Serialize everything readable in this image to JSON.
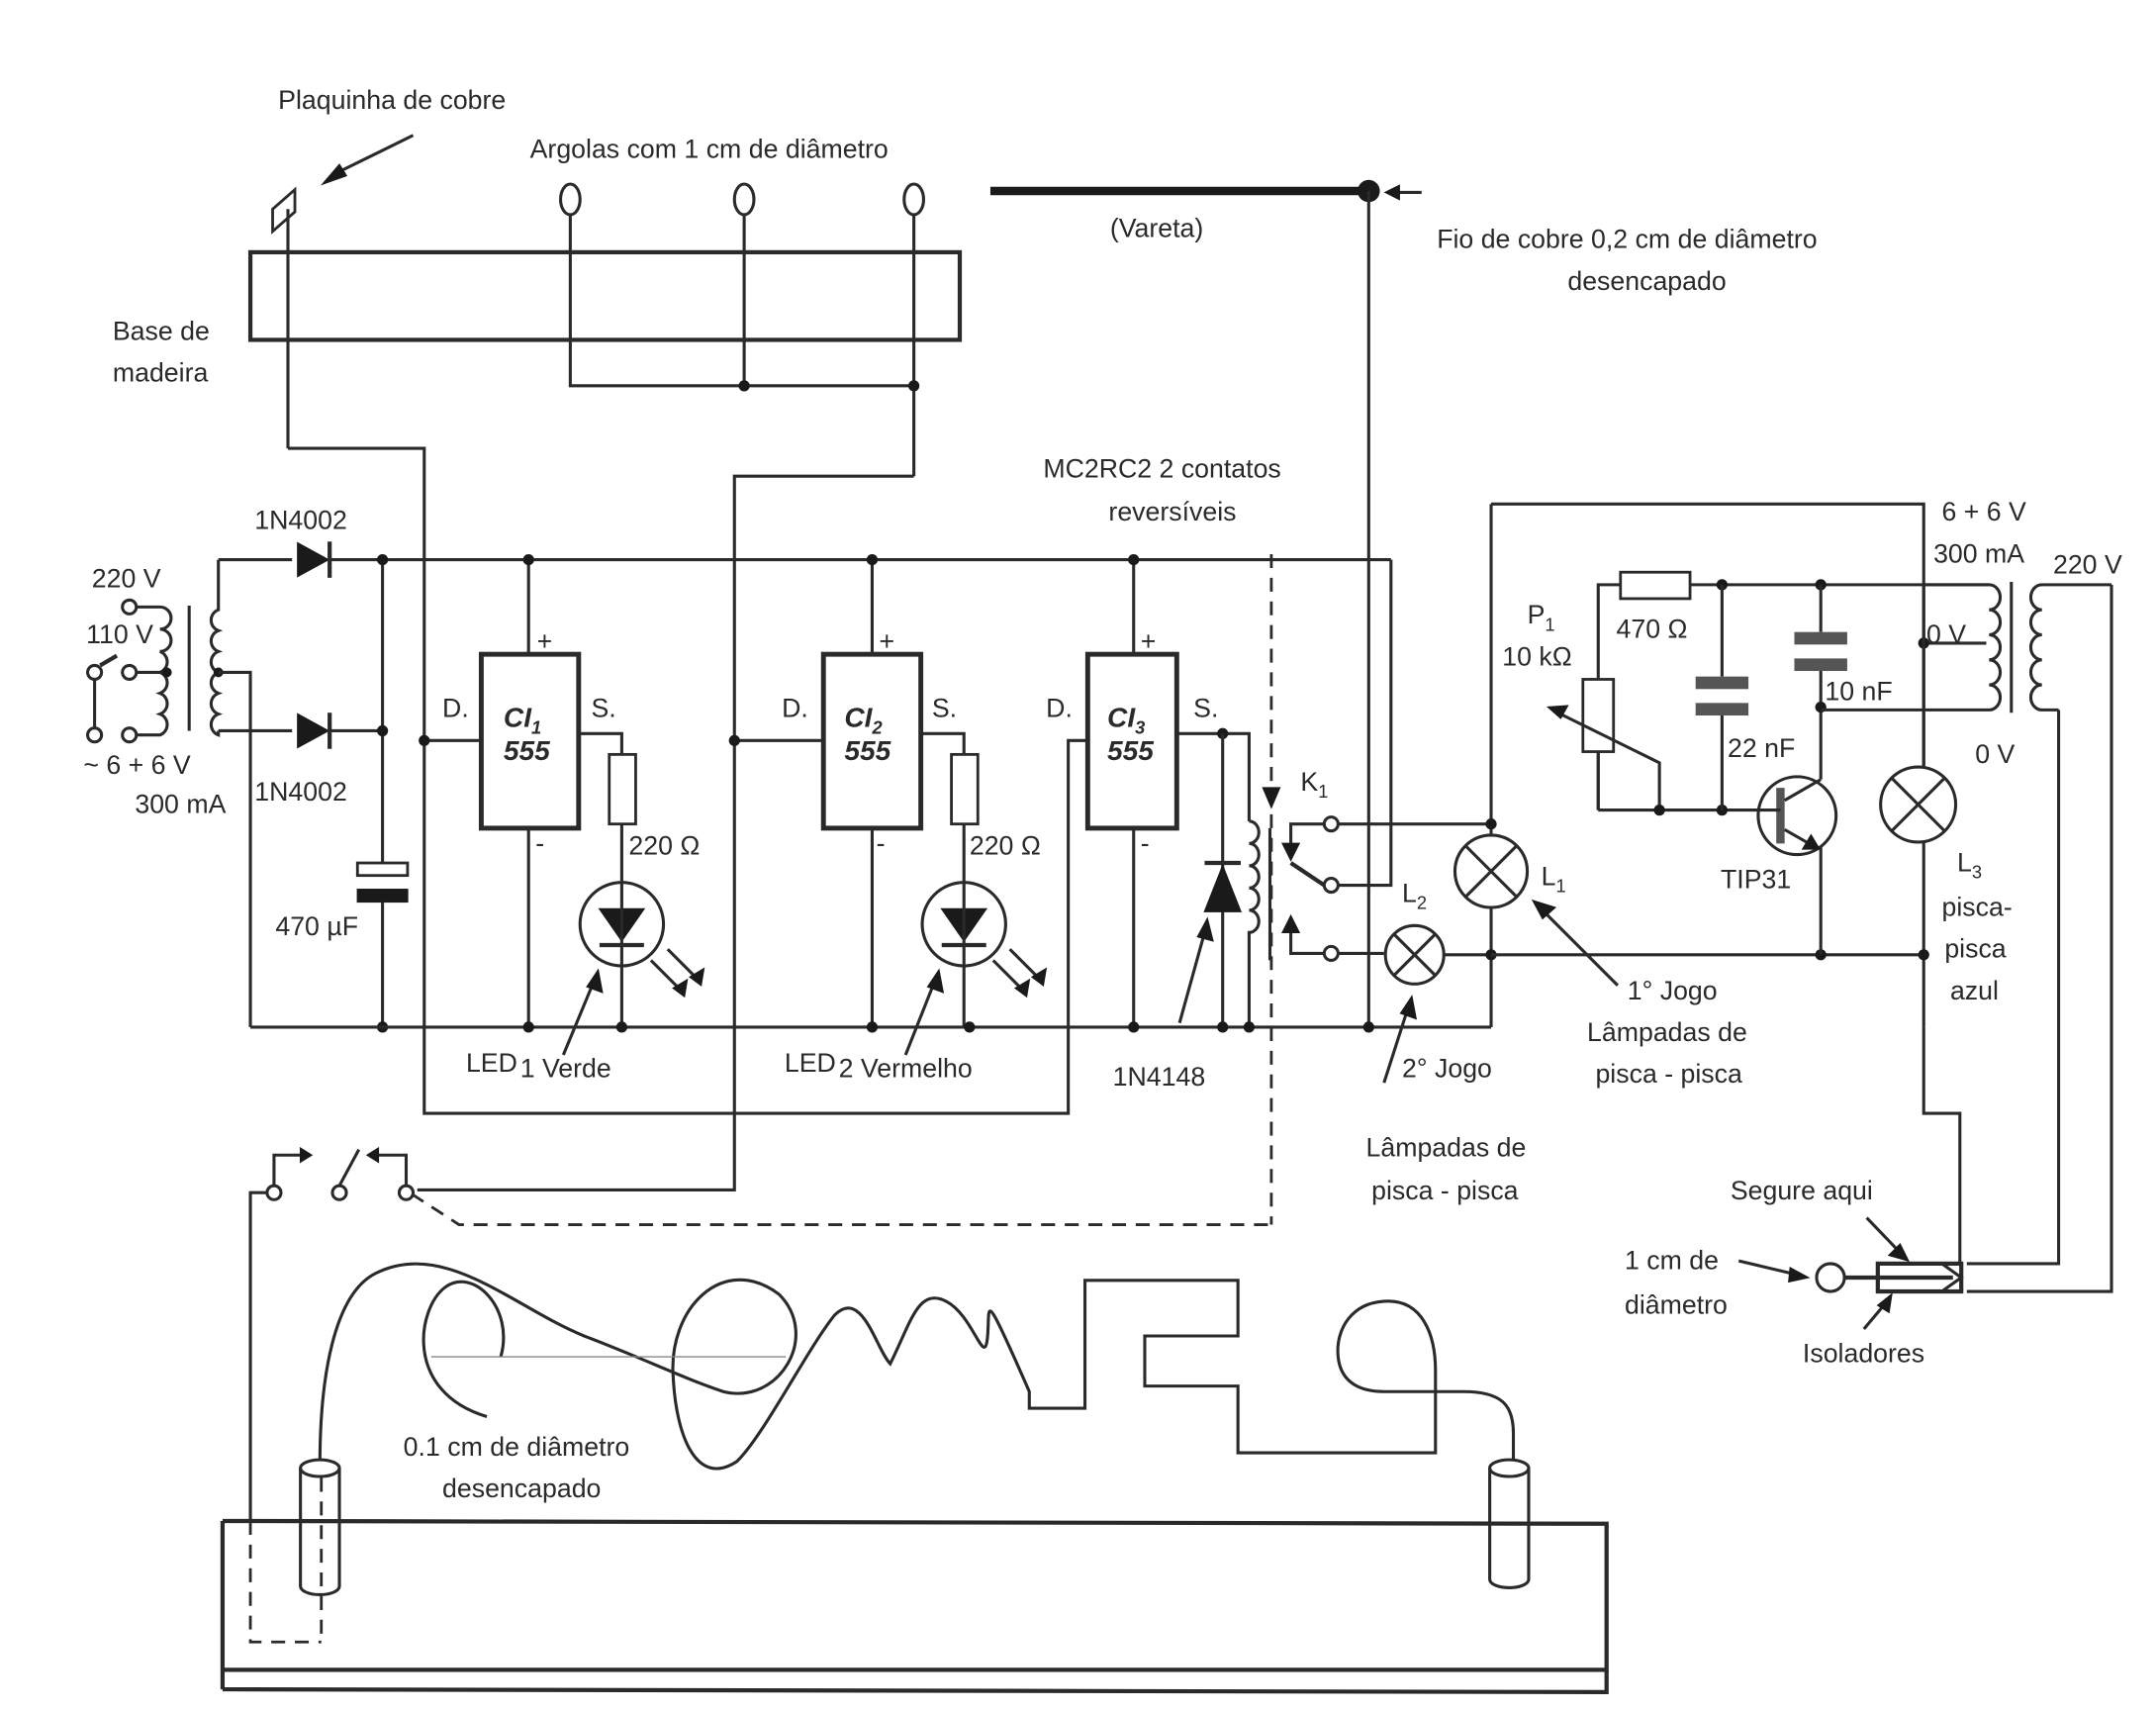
{
  "labels": {
    "plaquinha": "Plaquinha de cobre",
    "argolas": "Argolas com  1 cm de diâmetro",
    "vareta": "(Vareta)",
    "fio_cobre_1": "Fio de cobre 0,2 cm de diâmetro",
    "fio_cobre_2": "desencapado",
    "base_1": "Base de",
    "base_2": "madeira",
    "relay_1": "MC2RC2 2 contatos",
    "relay_2": "reversíveis",
    "diode_top": "1N4002",
    "diode_bottom": "1N4002",
    "mains_220": "220 V",
    "mains_110": "110 V",
    "tr1_secondary": "~ 6 + 6 V",
    "tr1_current": "300 mA",
    "cap_470": "470 µF",
    "ic1_name": "CI",
    "ic1_sub": "1",
    "ic1_part": "555",
    "ic2_name": "CI",
    "ic2_sub": "2",
    "ic2_part": "555",
    "ic3_name": "CI",
    "ic3_sub": "3",
    "ic3_part": "555",
    "pin_d": "D.",
    "pin_s": "S.",
    "pin_plus": "+",
    "pin_minus": "-",
    "r1": "220 Ω",
    "r2": "220 Ω",
    "led1_a": "LED",
    "led1_b": "1 Verde",
    "led2_a": "LED",
    "led2_b": "2 Vermelho",
    "d_1n4148": "1N4148",
    "k1": "K",
    "k1_sub": "1",
    "l1": "L",
    "l1_sub": "1",
    "l2": "L",
    "l2_sub": "2",
    "l3": "L",
    "l3_sub": "3",
    "jogo2": "2° Jogo",
    "lampadas_a1": "Lâmpadas de",
    "lampadas_a2": "pisca - pisca",
    "jogo1": "1° Jogo",
    "lampadas_b1": "Lâmpadas de",
    "lampadas_b2": "pisca - pisca",
    "p1": "P",
    "p1_sub": "1",
    "p1_val": "10 kΩ",
    "r470": "470 Ω",
    "c22": "22 nF",
    "c10": "10 nF",
    "tip31": "TIP31",
    "tr2_secondary": "6 + 6 V",
    "tr2_current": "300 mA",
    "tr2_primary": "220 V",
    "zero_v_1": "0 V",
    "zero_v_2": "0 V",
    "l3_desc_1": "pisca-",
    "l3_desc_2": "pisca",
    "l3_desc_3": "azul",
    "segure": "Segure aqui",
    "ring_1": "1 cm de",
    "ring_2": "diâmetro",
    "isoladores": "Isoladores",
    "wire_1": "0.1 cm de diâmetro",
    "wire_2": "desencapado"
  }
}
